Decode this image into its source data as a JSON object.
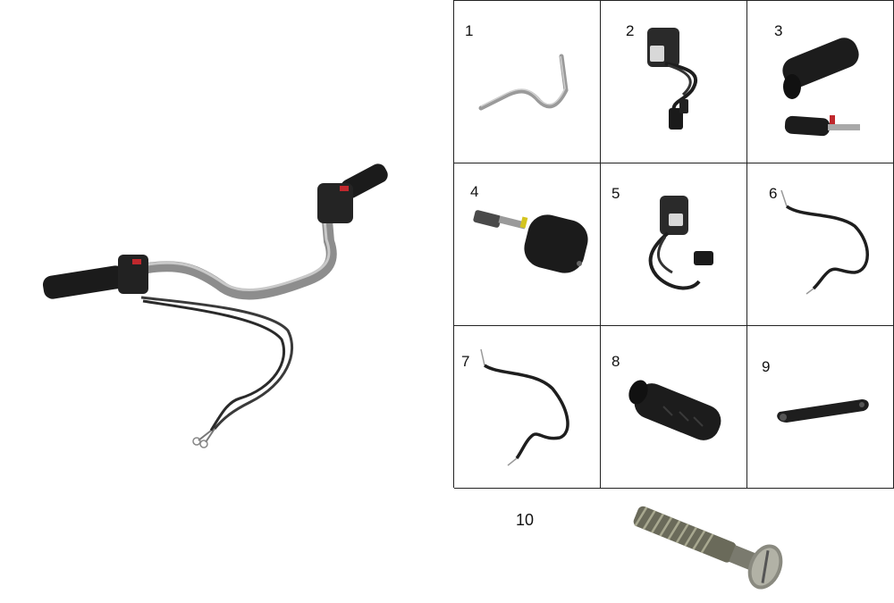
{
  "labels": {
    "p1": "1",
    "p2": "2",
    "p3": "3",
    "p4": "4",
    "p5": "5",
    "p6": "6",
    "p7": "7",
    "p8": "8",
    "p9": "9",
    "p10": "10"
  },
  "colors": {
    "bar": "#9a9a9a",
    "rubber": "#1a1a1a",
    "cable": "#2a2a2a",
    "accent_red": "#c0282d",
    "steel": "#b8b8b8",
    "grid_line": "#222222"
  }
}
